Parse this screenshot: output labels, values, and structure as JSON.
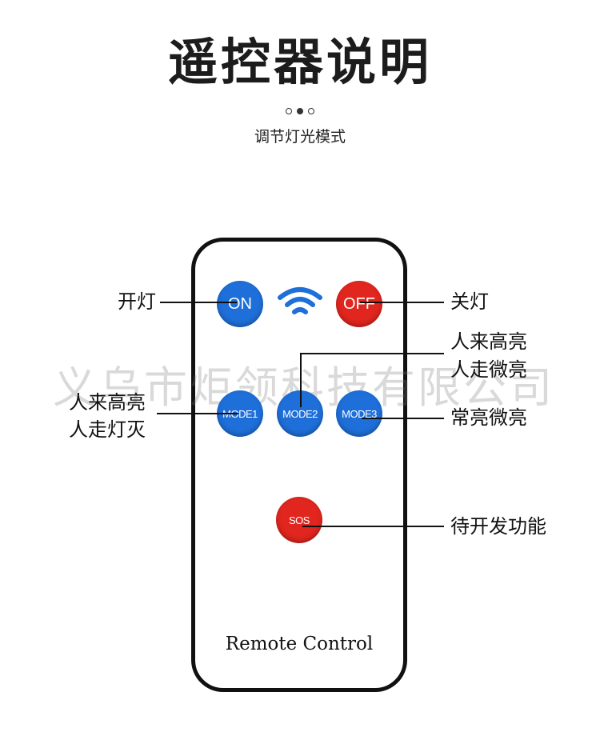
{
  "header": {
    "title": "遥控器说明",
    "subtitle": "调节灯光模式"
  },
  "watermark": "义乌市炬领科技有限公司",
  "remote": {
    "footer_text": "Remote Control",
    "buttons": {
      "on": "ON",
      "off": "OFF",
      "mode1": "MODE1",
      "mode2": "MODE2",
      "mode3": "MODE3",
      "sos": "SOS"
    },
    "signal_icon": "wifi-icon",
    "colors": {
      "blue": "#1e6fd9",
      "red": "#e0261e"
    }
  },
  "labels": {
    "on": "开灯",
    "off": "关灯",
    "mode2_line1": "人来高亮",
    "mode2_line2": "人走微亮",
    "mode1_line1": "人来高亮",
    "mode1_line2": "人走灯灭",
    "mode3": "常亮微亮",
    "sos": "待开发功能"
  }
}
